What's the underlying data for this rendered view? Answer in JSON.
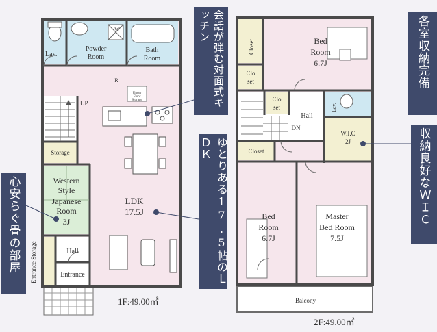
{
  "floor1": {
    "rooms": {
      "lav": "Lav.",
      "powder_room": [
        "Powder",
        "Room"
      ],
      "bath_room": [
        "Bath",
        "Room"
      ],
      "up": "UP",
      "storage": "Storage",
      "japanese_room": [
        "Western",
        "Style",
        "Japanese",
        "Room",
        "3J"
      ],
      "ldk": [
        "LDK",
        "17.5J"
      ],
      "hall": "Hall",
      "entrance": "Entrance",
      "entrance_storage": "Entrance Storage",
      "under_floor_storage": [
        "Under",
        "Floor",
        "Storage"
      ],
      "w_mark": "W",
      "r_mark": "R"
    },
    "area": "1F:49.00㎡"
  },
  "floor2": {
    "rooms": {
      "closet_top": "Closet",
      "closet_left": [
        "Clo",
        "set"
      ],
      "closet_hall": [
        "Clo",
        "set"
      ],
      "bed_top": [
        "Bed",
        "Room",
        "6.7J"
      ],
      "hall": "Hall",
      "lav": "Lav.",
      "dn": "DN",
      "wic": [
        "W.I.C",
        "2J"
      ],
      "closet_mid": "Closet",
      "bed_bottom": [
        "Bed",
        "Room",
        "6.7J"
      ],
      "master": [
        "Master",
        "Bed Room",
        "7.5J"
      ],
      "balcony": "Balcony"
    },
    "area": "2F:49.00㎡"
  },
  "callouts": {
    "kitchen": "会話が弾む対面式キッチン",
    "ldk": "ゆとりある17.5帖のＬＤＫ",
    "tatami": "心安らぐ畳の部屋",
    "storage_all": "各室収納完備",
    "wic": "収納良好なＷＩＣ"
  },
  "colors": {
    "wet_area": "#cfe8f2",
    "living": "#f6e6ec",
    "tatami": "#dbeed7",
    "storage": "#f3f0d2",
    "callout": "#3f4a6b",
    "wall": "#4a4a4a"
  }
}
